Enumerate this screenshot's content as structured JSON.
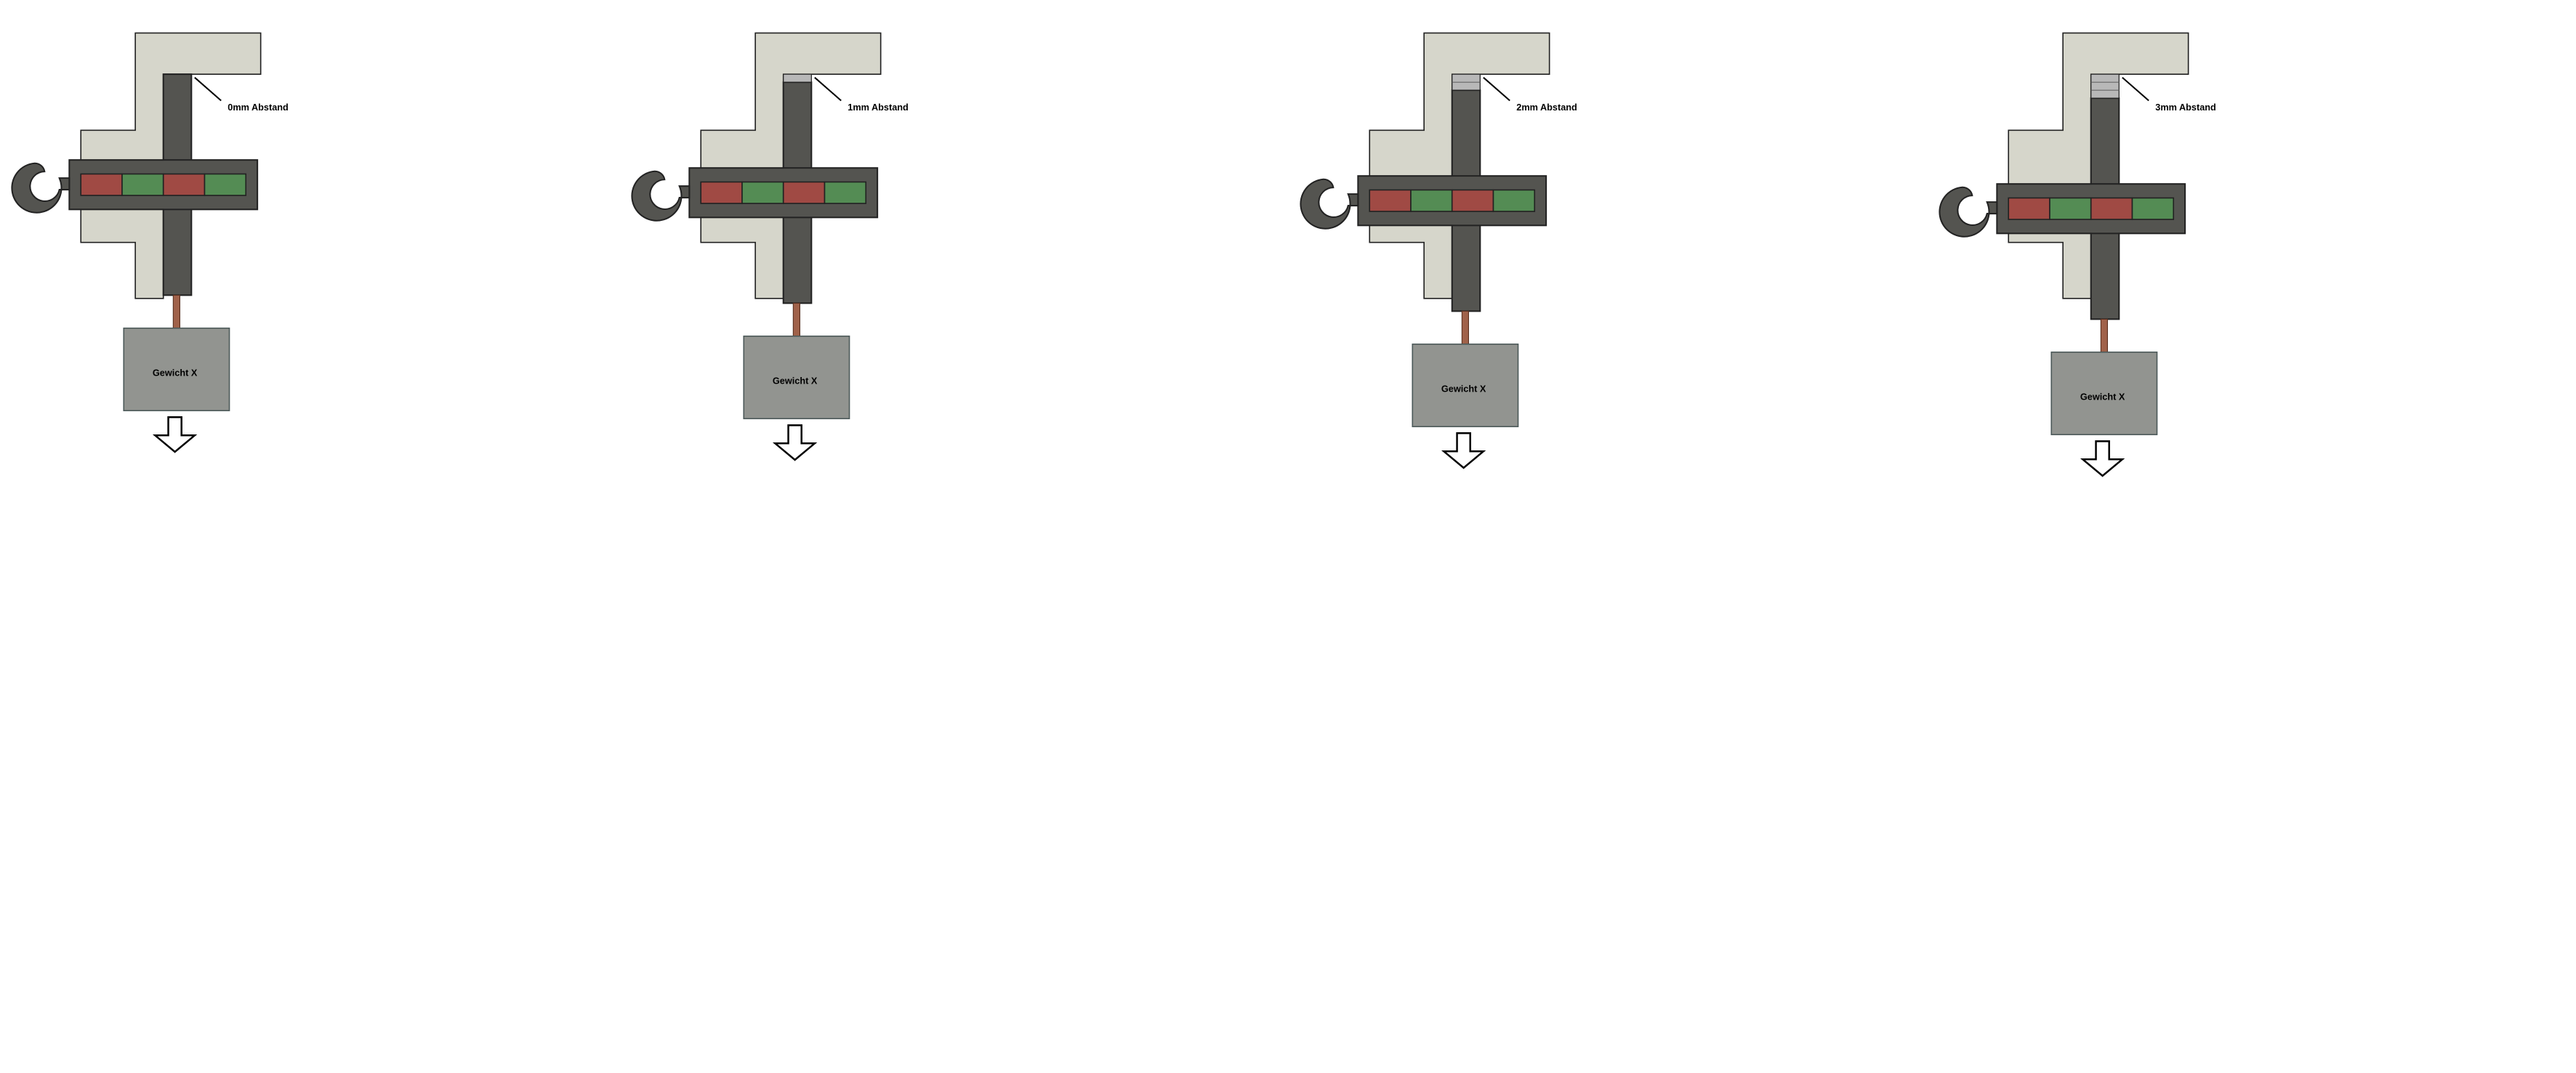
{
  "colors": {
    "frame": "#d6d6cb",
    "dark": "#545450",
    "magnet_red": "#a04a44",
    "magnet_green": "#548c54",
    "rod": "#a0624a",
    "weight": "#929490",
    "gap_stripes": "#b8b8b8",
    "outline": "#222222"
  },
  "panels": [
    {
      "gap_mm": 0,
      "gap_label": "0mm Abstand",
      "weight_label": "Gewicht X"
    },
    {
      "gap_mm": 1,
      "gap_label": "1mm Abstand",
      "weight_label": "Gewicht X"
    },
    {
      "gap_mm": 2,
      "gap_label": "2mm Abstand",
      "weight_label": "Gewicht X"
    },
    {
      "gap_mm": 3,
      "gap_label": "3mm Abstand",
      "weight_label": "Gewicht X"
    }
  ]
}
